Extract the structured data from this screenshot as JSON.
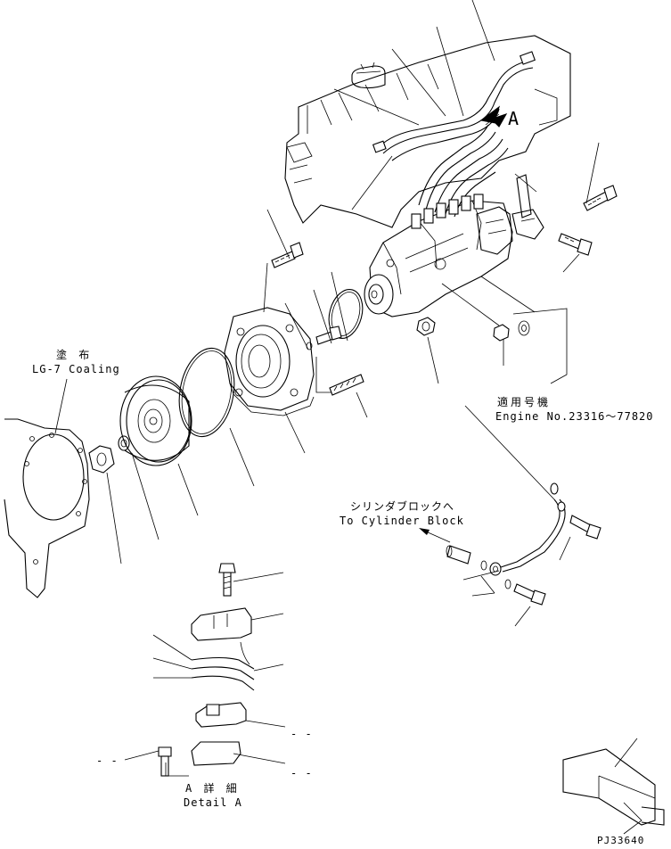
{
  "annotations": {
    "coating_jp": "塗 布",
    "coating_en": "LG-7 Coaling",
    "engine_jp": "適用号機",
    "engine_en": "Engine No.23316～77820",
    "cylinder_jp": "シリンダブロックへ",
    "cylinder_en": "To Cylinder Block",
    "detail_jp": "A 詳 細",
    "detail_en": "Detail A",
    "view_marker": "A",
    "dash_left": "- -",
    "dash_right_1": "- -",
    "dash_right_2": "- -",
    "drawing_code": "PJ33640"
  }
}
